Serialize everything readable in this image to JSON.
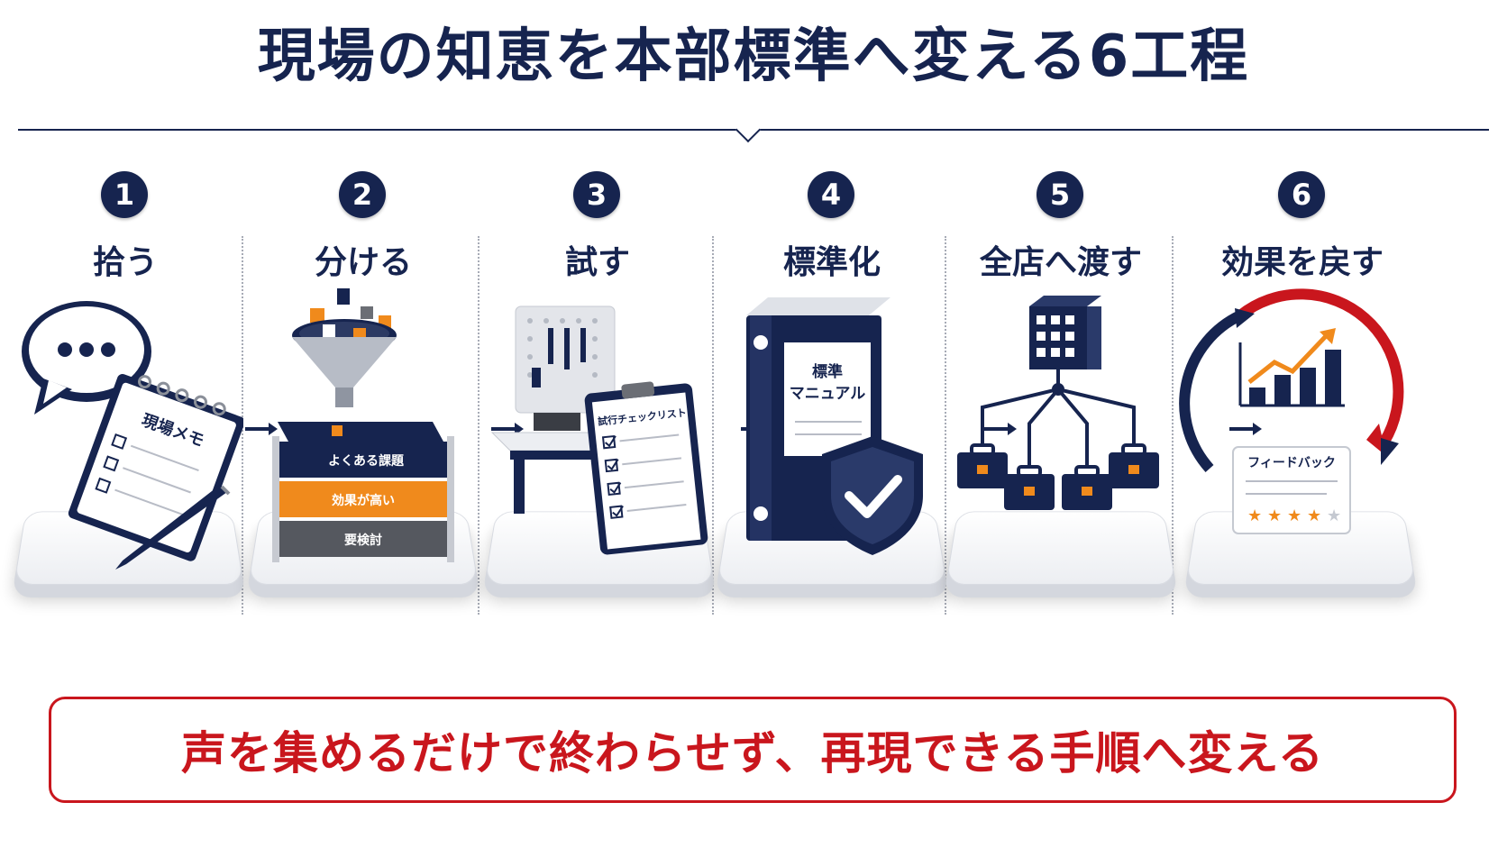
{
  "title": "現場の知恵を本部標準へ変える6工程",
  "steps": [
    {
      "num": "1",
      "label": "拾う",
      "memo_title": "現場メモ"
    },
    {
      "num": "2",
      "label": "分ける",
      "bins": [
        "よくある課題",
        "効果が高い",
        "要検討"
      ]
    },
    {
      "num": "3",
      "label": "試す",
      "checklist_title": "試行チェックリスト"
    },
    {
      "num": "4",
      "label": "標準化",
      "manual_title_1": "標準",
      "manual_title_2": "マニュアル"
    },
    {
      "num": "5",
      "label": "全店へ渡す"
    },
    {
      "num": "6",
      "label": "効果を戻す",
      "feedback_title": "フィードバック",
      "rating": 4,
      "rating_max": 5
    }
  ],
  "bottom_message": "声を集めるだけで終わらせず、再現できる手順へ変える",
  "colors": {
    "navy": "#16244f",
    "orange": "#f08a1c",
    "red": "#c9161d",
    "gray": "#6b6e75"
  },
  "icons": [
    "speech-bubble-icon",
    "notebook-icon",
    "pen-icon",
    "funnel-icon",
    "sorting-trays-icon",
    "pegboard-tools-icon",
    "workbench-icon",
    "clipboard-checklist-icon",
    "binder-manual-icon",
    "shield-check-icon",
    "headquarters-building-icon",
    "store-toolbox-icon",
    "cycle-arrows-icon",
    "bar-chart-icon",
    "star-rating-icon",
    "arrow-right-icon"
  ]
}
